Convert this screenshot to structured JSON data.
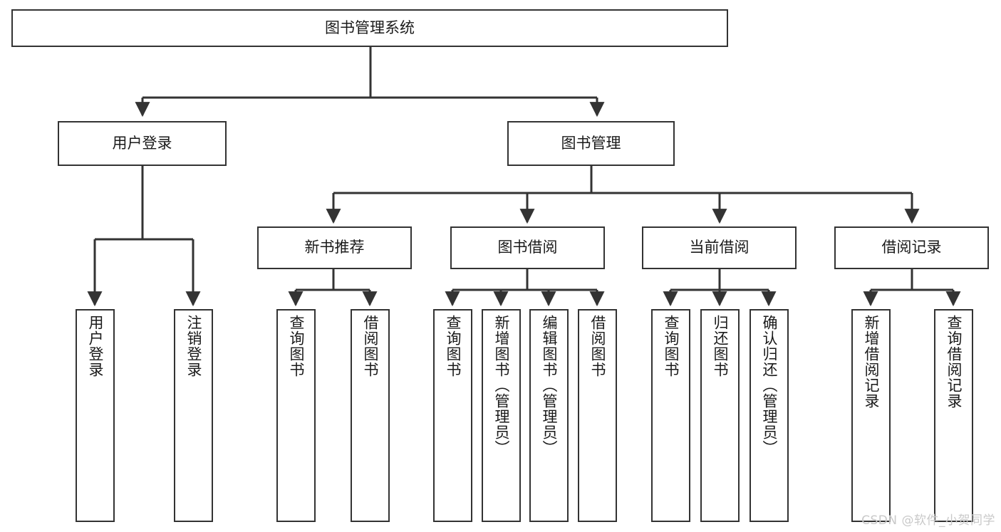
{
  "diagram": {
    "title": "图书管理系统",
    "root": {
      "label": "图书管理系统"
    },
    "level2": [
      {
        "label": "用户登录"
      },
      {
        "label": "图书管理"
      }
    ],
    "level3": [
      {
        "label": "新书推荐"
      },
      {
        "label": "图书借阅"
      },
      {
        "label": "当前借阅"
      },
      {
        "label": "借阅记录"
      }
    ],
    "leaves": {
      "user_login": [
        {
          "label": "用户登录"
        },
        {
          "label": "注销登录"
        }
      ],
      "new_book_recommend": [
        {
          "label": "查询图书"
        },
        {
          "label": "借阅图书"
        }
      ],
      "book_borrow": [
        {
          "label": "查询图书"
        },
        {
          "label": "新增图书（管理员）"
        },
        {
          "label": "编辑图书（管理员）"
        },
        {
          "label": "借阅图书"
        }
      ],
      "current_borrow": [
        {
          "label": "查询图书"
        },
        {
          "label": "归还图书"
        },
        {
          "label": "确认归还（管理员）"
        }
      ],
      "borrow_record": [
        {
          "label": "新增借阅记录"
        },
        {
          "label": "查询借阅记录"
        }
      ]
    }
  },
  "watermark": {
    "text": "CSDN @软件_小贺同学"
  },
  "colors": {
    "border": "#333333",
    "text": "#1a1a1a",
    "background": "#ffffff",
    "watermark": "#c9c9c9"
  }
}
